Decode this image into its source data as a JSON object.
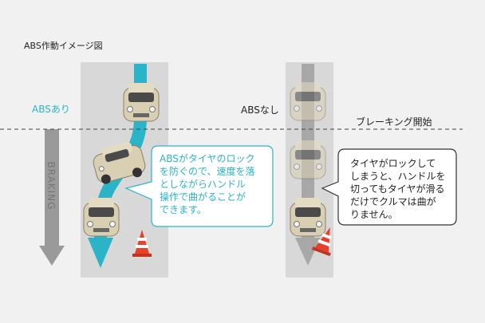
{
  "title": "ABS作動イメージ図",
  "labels": {
    "abs_on": "ABSあり",
    "abs_off": "ABSなし",
    "braking_start": "ブレーキング開始",
    "braking": "BRAKING"
  },
  "bubbles": {
    "abs_on": [
      "ABSがタイヤのロック",
      "を防ぐので、速度を落",
      "としながらハンドル",
      "操作で曲がることが",
      "できます。"
    ],
    "abs_off": [
      "タイヤがロックして",
      "しまうと、ハンドルを",
      "切ってもタイヤが滑る",
      "だけでクルマは曲が",
      "りません。"
    ]
  },
  "colors": {
    "accent": "#2bb4c8",
    "lane": "#d8d8d8",
    "arrow_gray": "#9a9a9a",
    "cone": "#e8402a"
  },
  "icons": [
    "car-icon",
    "traffic-cone-icon"
  ]
}
